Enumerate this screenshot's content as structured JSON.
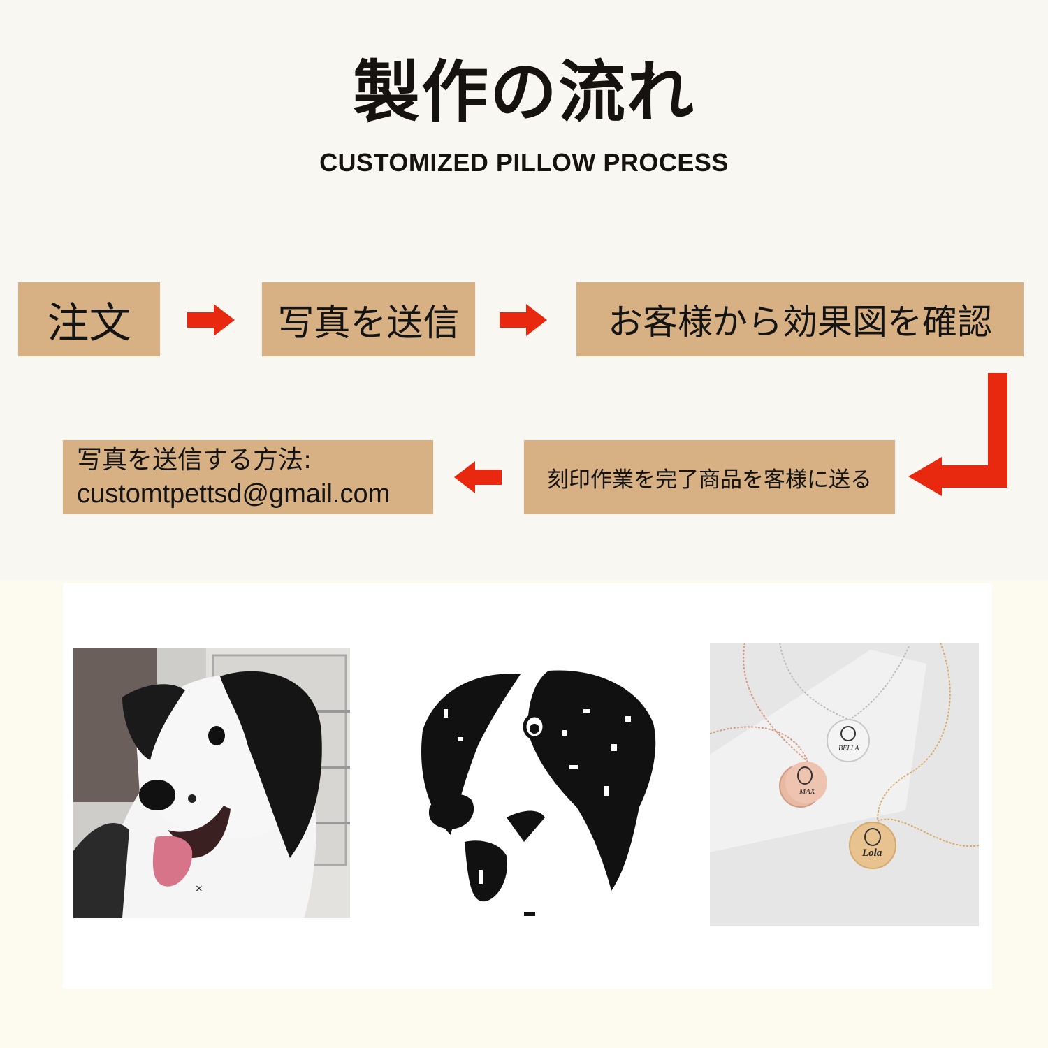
{
  "header": {
    "title": "製作の流れ",
    "subtitle": "CUSTOMIZED PILLOW PROCESS"
  },
  "process": {
    "steps": [
      {
        "label": "注文"
      },
      {
        "label": "写真を送信"
      },
      {
        "label": "お客様から効果図を確認"
      },
      {
        "label": "刻印作業を完了商品を客様に送る"
      },
      {
        "label": "写真を送信する方法:",
        "email": "customtpettsd@gmail.com"
      }
    ],
    "arrow_color": "#e8290f",
    "box_color": "#d7b084"
  },
  "gallery": {
    "images": [
      {
        "name": "original-dog-photo",
        "description": "Photo of a black and white border collie"
      },
      {
        "name": "engraving-sketch",
        "description": "Black and white engraving-style sketch of the dog"
      },
      {
        "name": "finished-necklaces",
        "description": "Engraved pet portrait pendant necklaces"
      }
    ],
    "pendant_names": [
      "MAX",
      "BELLA",
      "Lola"
    ],
    "photo_mark": "×"
  }
}
